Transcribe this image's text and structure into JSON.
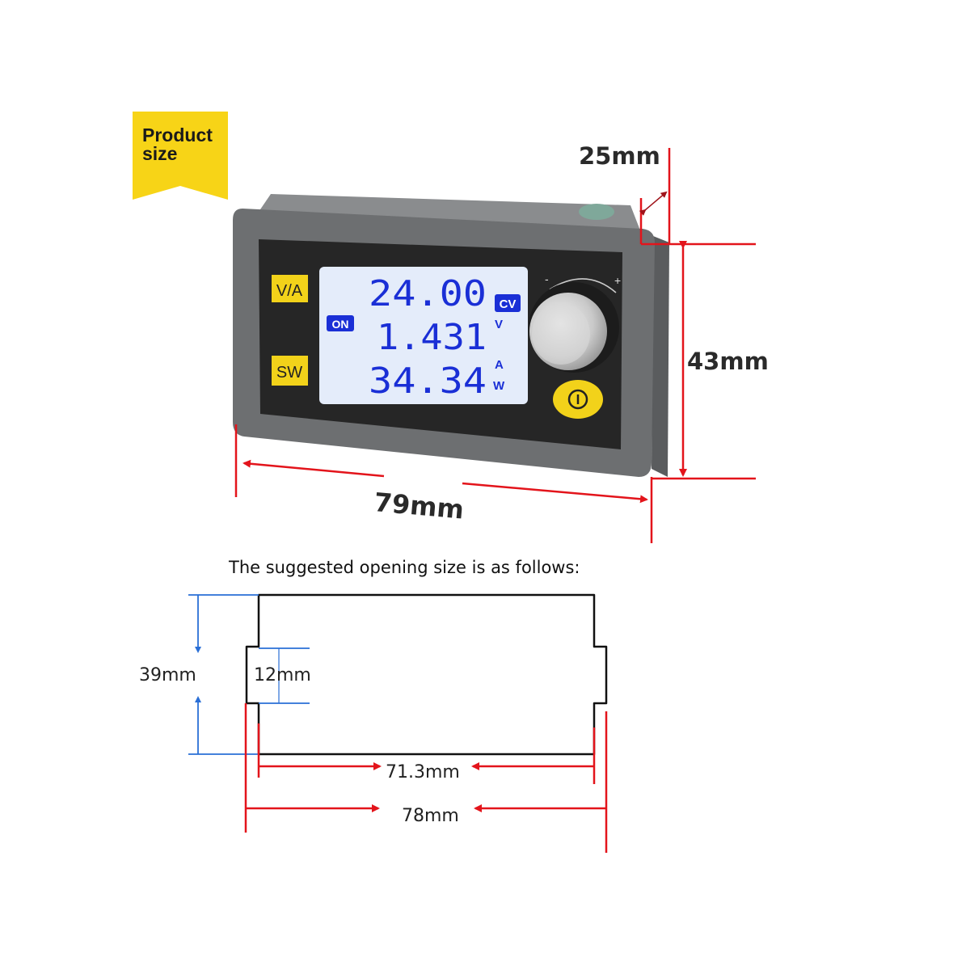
{
  "badge": {
    "line1": "Product",
    "line2": "size",
    "color": "#f7d417"
  },
  "dimensions": {
    "depth": "25mm",
    "height": "43mm",
    "width": "79mm"
  },
  "device": {
    "buttons": {
      "va": "V/A",
      "sw": "SW"
    },
    "display": {
      "voltage": "24.00",
      "current": "1.431",
      "power": "34.34",
      "mode_badge": "CV",
      "output_badge": "ON",
      "unit_v": "V",
      "unit_a": "A",
      "unit_w": "W"
    },
    "knob_minus": "-",
    "knob_plus": "+"
  },
  "opening": {
    "caption": "The suggested opening size is as follows:",
    "height": "39mm",
    "tab_height": "12mm",
    "inner_width": "71.3mm",
    "outer_width": "78mm"
  },
  "colors": {
    "dimension_red": "#e3141b",
    "dimension_blue": "#2a6fd6",
    "lcd_blue": "#1a2fd6",
    "bezel": "#6d6f71"
  }
}
